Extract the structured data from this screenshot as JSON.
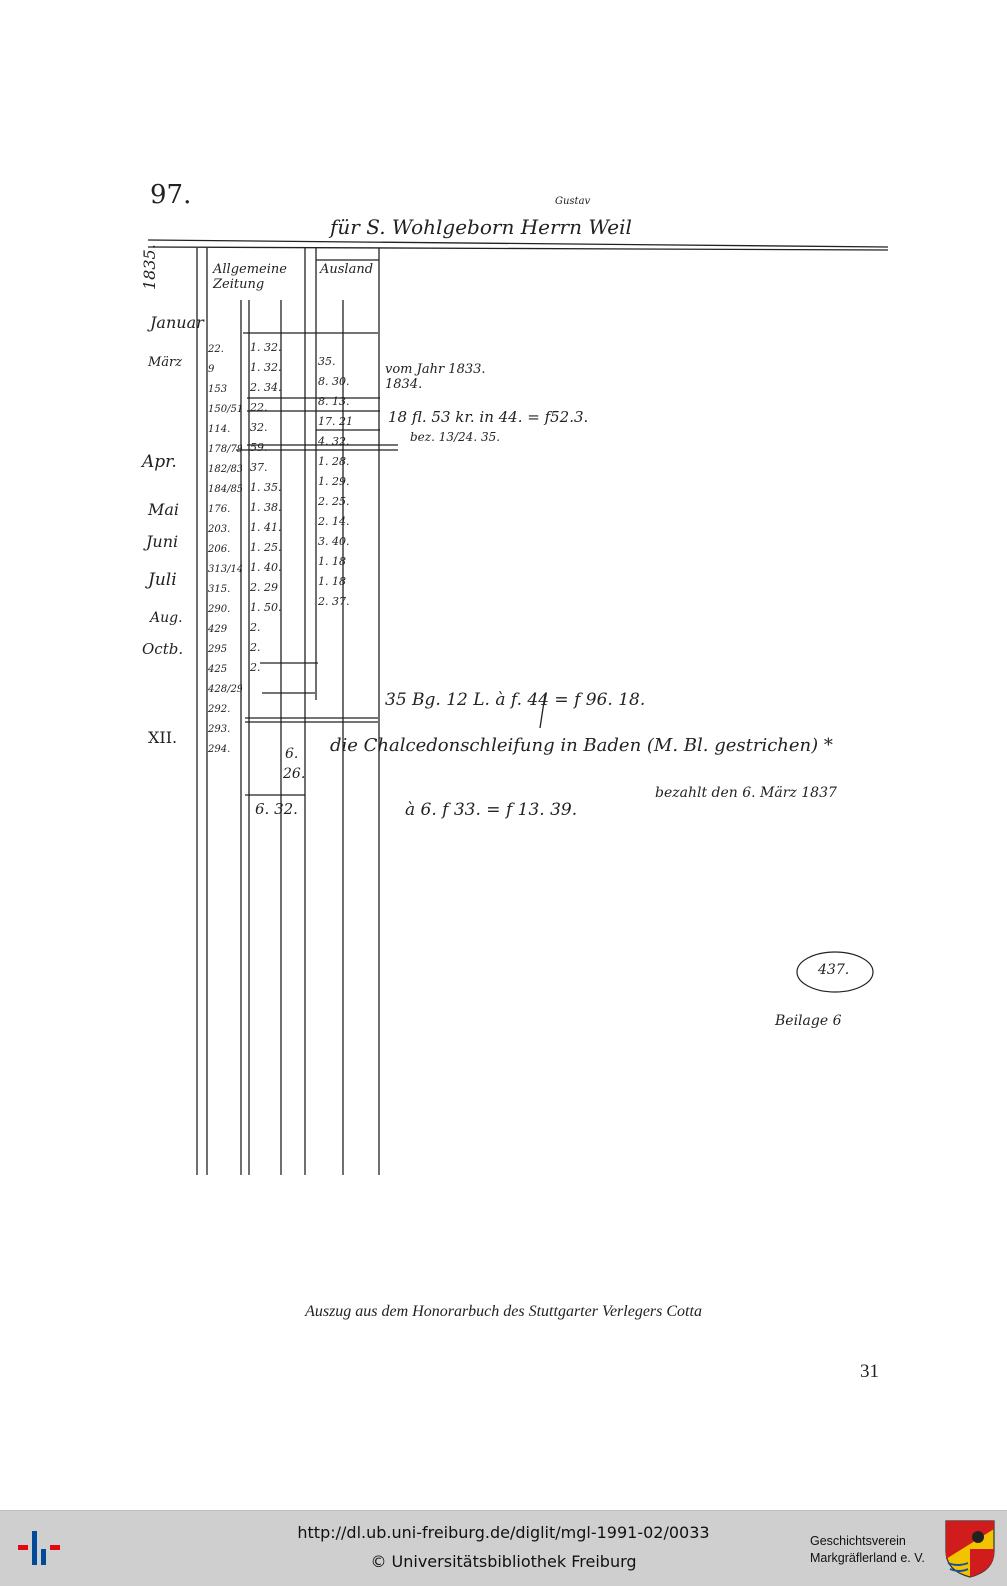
{
  "document": {
    "page_label": "97.",
    "heading": "für S. Wohlgeborn Herrn Weil",
    "heading_first_name": "Gustav",
    "year": "1835.",
    "col_header_1": "Allgemeine Zeitung",
    "col_header_2": "Ausland",
    "months": [
      "Januar",
      "März",
      "Apr.",
      "Mai",
      "Juni",
      "Juli",
      "Aug.",
      "Octb.",
      "XII."
    ],
    "numbers_col": [
      "22.",
      "9",
      "153",
      "150/51",
      "114.",
      "178/79",
      "182/83",
      "184/85",
      "176.",
      "203.",
      "206.",
      "313/14.",
      "315.",
      "290.",
      "429",
      "295",
      "425",
      "428/29",
      "292.",
      "293.",
      "294."
    ],
    "amounts_col_1": [
      "1. 32.",
      "1. 32.",
      "2. 34.",
      "22.",
      "32.",
      "59.",
      "37.",
      "1. 35.",
      "1. 38.",
      "1. 41.",
      "1. 25.",
      "1. 40.",
      "2. 29",
      "1. 50.",
      "2.",
      "2.",
      "2."
    ],
    "amounts_col_2": [
      "35.",
      "8. 30.",
      "8. 13.",
      "17. 21",
      "4. 32.",
      "1. 28.",
      "1. 29.",
      "2. 25.",
      "2. 14.",
      "3. 40.",
      "1. 18",
      "1. 18",
      "2. 37."
    ],
    "notes": {
      "jahre": "vom Jahr 1833. 1834.",
      "total_1": "18 fl. 53 kr. in 44. = f52.3.",
      "bez": "bez. 13/24. 35.",
      "total_2": "35 Bg. 12 L. à f. 44 = f 96. 18.",
      "chalcedon": "die Chalcedonschleifung in Baden (M. Bl. gestrichen) *",
      "bezahlt": "bezahlt den 6. März 1837",
      "sum_xii": "6. 32.",
      "sum_xii_calc": "à 6. f 33. = f 13. 39.",
      "xii_amounts": [
        "6.",
        "26."
      ],
      "stamp": "437.",
      "beilage": "Beilage 6"
    }
  },
  "caption": "Auszug aus dem Honorarbuch des Stuttgarter Verlegers Cotta",
  "page_number": "31",
  "footer": {
    "url": "http://dl.ub.uni-freiburg.de/diglit/mgl-1991-02/0033",
    "copyright": "© Universitätsbibliothek Freiburg",
    "org_line1": "Geschichtsverein",
    "org_line2": "Markgräflerland e. V."
  },
  "colors": {
    "footer_bg": "#cfcfcf",
    "ub_red": "#e30613",
    "ub_blue": "#004a99"
  }
}
